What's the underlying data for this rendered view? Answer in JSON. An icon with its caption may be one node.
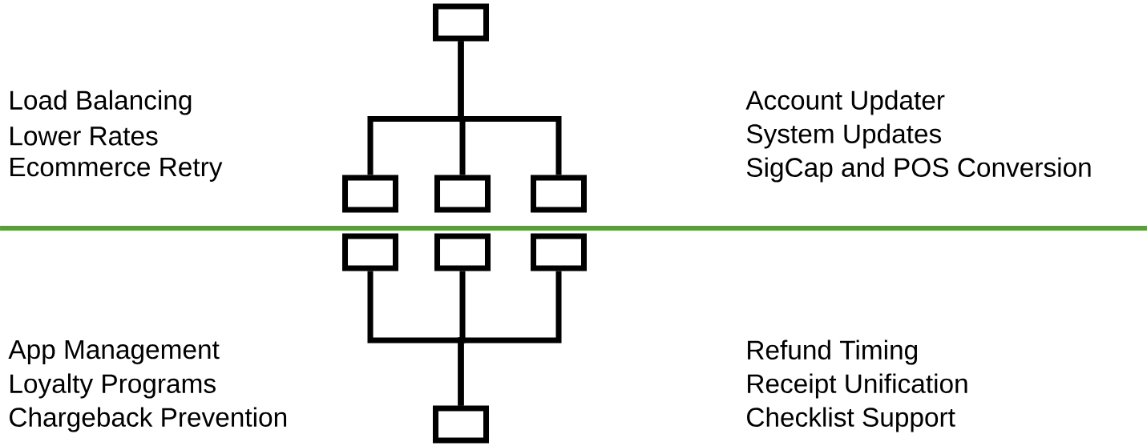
{
  "diagram": {
    "nodes": [
      {
        "text": [],
        "shape": "box"
      },
      {
        "text": [],
        "shape": "box"
      },
      {
        "text": [],
        "shape": "box"
      },
      {
        "text": [],
        "shape": "box"
      },
      {
        "text": [],
        "shape": "box"
      },
      {
        "text": [],
        "shape": "box"
      },
      {
        "text": [],
        "shape": "box"
      },
      {
        "text": [],
        "shape": "box"
      }
    ],
    "edges": [
      {
        "from": 0,
        "to": 1,
        "arrow": "none"
      },
      {
        "from": 0,
        "to": 2,
        "arrow": "none"
      },
      {
        "from": 0,
        "to": 3,
        "arrow": "none"
      },
      {
        "from": 4,
        "to": 7,
        "arrow": "none"
      },
      {
        "from": 5,
        "to": 7,
        "arrow": "none"
      },
      {
        "from": 6,
        "to": 7,
        "arrow": "none"
      }
    ],
    "labels": [
      "Load Balancing",
      "Lower Rates",
      "Ecommerce Retry",
      "Account Updater",
      "System Updates",
      "SigCap and POS Conversion",
      "App Management",
      "Loyalty Programs",
      "Chargeback Prevention",
      "Refund Timing",
      "Receipt Unification",
      "Checklist Support"
    ]
  }
}
